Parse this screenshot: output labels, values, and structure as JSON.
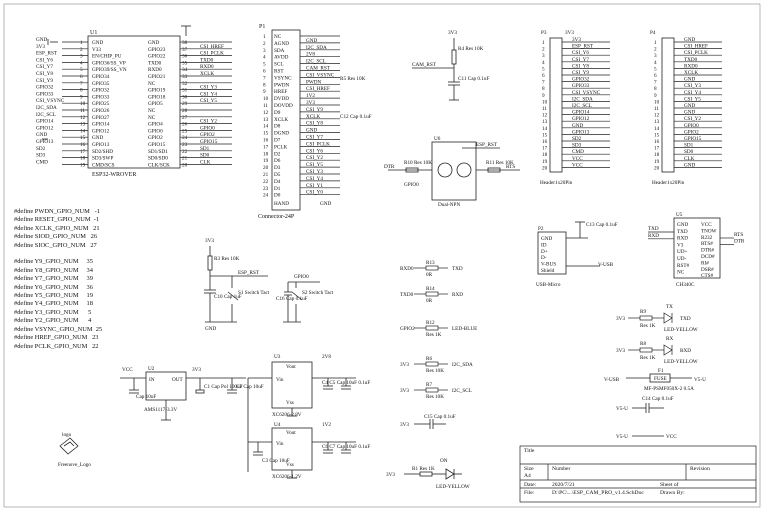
{
  "u1": {
    "ref": "U1",
    "part": "ESP32-WROVER",
    "left_pins": [
      {
        "num": "1",
        "name": "GND"
      },
      {
        "num": "2",
        "name": "V33"
      },
      {
        "num": "3",
        "name": "EN/CHIP_PU"
      },
      {
        "num": "4",
        "name": "GPIO36/SS_VP"
      },
      {
        "num": "5",
        "name": "GPIO39/SS_VN"
      },
      {
        "num": "6",
        "name": "GPIO34"
      },
      {
        "num": "7",
        "name": "GPIO35"
      },
      {
        "num": "8",
        "name": "GPIO32"
      },
      {
        "num": "9",
        "name": "GPIO33"
      },
      {
        "num": "10",
        "name": "GPIO25"
      },
      {
        "num": "11",
        "name": "GPIO26"
      },
      {
        "num": "12",
        "name": "GPIO27"
      },
      {
        "num": "13",
        "name": "GPIO14"
      },
      {
        "num": "14",
        "name": "GPIO12"
      },
      {
        "num": "15",
        "name": "GND"
      },
      {
        "num": "16",
        "name": "GPIO13"
      },
      {
        "num": "17",
        "name": "SD2/SHD"
      },
      {
        "num": "18",
        "name": "SD3/SWP"
      },
      {
        "num": "19",
        "name": "CMD/SCS"
      }
    ],
    "left_nets": [
      "GND",
      "3V3",
      "ESP_RST",
      "CSI_Y6",
      "CSI_Y7",
      "CSI_Y8",
      "CSI_Y9",
      "GPIO32",
      "GPIO33",
      "CSI_VSYNC",
      "I2C_SDA",
      "I2C_SCL",
      "GPIO14",
      "GPIO12",
      "GND",
      "GPIO13",
      "SD2",
      "SD3",
      "CMD"
    ],
    "right_pins": [
      {
        "num": "38",
        "name": "GND"
      },
      {
        "num": "37",
        "name": "GPIO23"
      },
      {
        "num": "36",
        "name": "GPIO22"
      },
      {
        "num": "35",
        "name": "TXD0"
      },
      {
        "num": "34",
        "name": "RXD0"
      },
      {
        "num": "33",
        "name": "GPIO21"
      },
      {
        "num": "32",
        "name": "NC"
      },
      {
        "num": "31",
        "name": "GPIO19"
      },
      {
        "num": "30",
        "name": "GPIO18"
      },
      {
        "num": "29",
        "name": "GPIO5"
      },
      {
        "num": "28",
        "name": "NC"
      },
      {
        "num": "27",
        "name": "NC"
      },
      {
        "num": "26",
        "name": "GPIO4"
      },
      {
        "num": "25",
        "name": "GPIO0"
      },
      {
        "num": "24",
        "name": "GPIO2"
      },
      {
        "num": "23",
        "name": "GPIO15"
      },
      {
        "num": "22",
        "name": "SD1/SD1"
      },
      {
        "num": "21",
        "name": "SD0/SD0"
      },
      {
        "num": "20",
        "name": "CLK/SCK"
      }
    ],
    "right_nets": [
      "",
      "CSI_HREF",
      "CSI_PCLK",
      "TXD0",
      "RXD0",
      "XCLK",
      "",
      "CSI_Y3",
      "CSI_Y4",
      "CSI_Y5",
      "",
      "",
      "CSI_Y2",
      "GPIO0",
      "GPIO2",
      "GPIO15",
      "SD1",
      "SD0",
      "CLK"
    ]
  },
  "p1": {
    "ref": "P1",
    "part": "Connector-24P",
    "pins": [
      {
        "num": "1",
        "name": "NC"
      },
      {
        "num": "2",
        "name": "AGND",
        "net": "GND"
      },
      {
        "num": "3",
        "name": "SDA",
        "net": "I2C_SDA"
      },
      {
        "num": "4",
        "name": "AVDD",
        "net": "2V8"
      },
      {
        "num": "5",
        "name": "SCL",
        "net": "I2C_SCL"
      },
      {
        "num": "6",
        "name": "RST",
        "net": "CAM_RST"
      },
      {
        "num": "7",
        "name": "VSYNC",
        "net": "CSI_VSYNC"
      },
      {
        "num": "8",
        "name": "PWDN",
        "net": "PWDN"
      },
      {
        "num": "9",
        "name": "HREF",
        "net": "CSI_HREF"
      },
      {
        "num": "10",
        "name": "DVDD",
        "net": "1V2"
      },
      {
        "num": "11",
        "name": "DOVDD",
        "net": "3V3"
      },
      {
        "num": "12",
        "name": "D9",
        "net": "CSI_Y9"
      },
      {
        "num": "13",
        "name": "XCLK",
        "net": "XCLK"
      },
      {
        "num": "14",
        "name": "D8",
        "net": "CSI_Y8"
      },
      {
        "num": "15",
        "name": "DGND",
        "net": "GND"
      },
      {
        "num": "16",
        "name": "D7",
        "net": "CSI_Y7"
      },
      {
        "num": "17",
        "name": "PCLK",
        "net": "CSI_PCLK"
      },
      {
        "num": "18",
        "name": "D2",
        "net": "CSI_Y6"
      },
      {
        "num": "19",
        "name": "D6",
        "net": "CSI_Y2"
      },
      {
        "num": "20",
        "name": "D3",
        "net": "CSI_Y5"
      },
      {
        "num": "21",
        "name": "D5",
        "net": "CSI_Y3"
      },
      {
        "num": "22",
        "name": "D4",
        "net": "CSI_Y4"
      },
      {
        "num": "23",
        "name": "D1",
        "net": "CSI_Y1"
      },
      {
        "num": "24",
        "name": "D0",
        "net": "CSI_Y0"
      }
    ],
    "hand": "HAND",
    "hand_net": "GND",
    "r5": "R5 Res 10K",
    "c12": "C12 Cap 0.1uF"
  },
  "cam_reset": {
    "vcc": "3V3",
    "r4": "R4 Res 10K",
    "net": "CAM_RST",
    "c11": "C11 Cap 0.1uF"
  },
  "npn": {
    "ref": "U6",
    "part": "Dual-NPN",
    "dtr": "DTR",
    "rts": "RTS",
    "esp_rst": "ESP_RST",
    "r10": "R10 Res 10K",
    "r11": "R11 Res 10K",
    "gpio0": "GPIO0"
  },
  "p3": {
    "ref": "P3",
    "vcc": "3V3",
    "part": "Header1x20Pin",
    "pins": [
      {
        "num": "1",
        "net": "3V3"
      },
      {
        "num": "2",
        "net": "ESP_RST"
      },
      {
        "num": "3",
        "net": "CSI_Y6"
      },
      {
        "num": "4",
        "net": "CSI_Y7"
      },
      {
        "num": "5",
        "net": "CSI_Y8"
      },
      {
        "num": "6",
        "net": "CSI_Y9"
      },
      {
        "num": "7",
        "net": "GPIO32"
      },
      {
        "num": "8",
        "net": "GPIO33"
      },
      {
        "num": "9",
        "net": "CSI_VSYNC"
      },
      {
        "num": "10",
        "net": "I2C_SDA"
      },
      {
        "num": "11",
        "net": "I2C_SCL"
      },
      {
        "num": "12",
        "net": "GPIO14"
      },
      {
        "num": "13",
        "net": "GPIO12"
      },
      {
        "num": "14",
        "net": "GND"
      },
      {
        "num": "15",
        "net": "GPIO13"
      },
      {
        "num": "16",
        "net": "SD2"
      },
      {
        "num": "17",
        "net": "SD3"
      },
      {
        "num": "18",
        "net": "CMD"
      },
      {
        "num": "19",
        "net": "VCC"
      },
      {
        "num": "20",
        "net": "VCC"
      }
    ]
  },
  "p4": {
    "ref": "P4",
    "part": "Header1x20Pin",
    "pins": [
      {
        "num": "1",
        "net": "GND"
      },
      {
        "num": "2",
        "net": "CSI_HREF"
      },
      {
        "num": "3",
        "net": "CSI_PCLK"
      },
      {
        "num": "4",
        "net": "TXD0"
      },
      {
        "num": "5",
        "net": "RXD0"
      },
      {
        "num": "6",
        "net": "XCLK"
      },
      {
        "num": "7",
        "net": "GND"
      },
      {
        "num": "8",
        "net": "CSI_Y3"
      },
      {
        "num": "9",
        "net": "CSI_Y4"
      },
      {
        "num": "10",
        "net": "CSI_Y5"
      },
      {
        "num": "11",
        "net": "GND"
      },
      {
        "num": "12",
        "net": "GND"
      },
      {
        "num": "13",
        "net": "CSI_Y2"
      },
      {
        "num": "14",
        "net": "GPIO0"
      },
      {
        "num": "15",
        "net": "GPIO2"
      },
      {
        "num": "16",
        "net": "GPIO15"
      },
      {
        "num": "17",
        "net": "SD1"
      },
      {
        "num": "18",
        "net": "SD0"
      },
      {
        "num": "19",
        "net": "CLK"
      },
      {
        "num": "20",
        "net": "GND"
      }
    ]
  },
  "defines": [
    "#define PWDN_GPIO_NUM   -1",
    "#define RESET_GPIO_NUM  -1",
    "#define XCLK_GPIO_NUM   21",
    "#define SIOD_GPIO_NUM   26",
    "#define SIOC_GPIO_NUM   27",
    "",
    "#define Y9_GPIO_NUM     35",
    "#define Y8_GPIO_NUM     34",
    "#define Y7_GPIO_NUM     39",
    "#define Y6_GPIO_NUM     36",
    "#define Y5_GPIO_NUM     19",
    "#define Y4_GPIO_NUM     18",
    "#define Y3_GPIO_NUM      5",
    "#define Y2_GPIO_NUM      4",
    "#define VSYNC_GPIO_NUM  25",
    "#define HREF_GPIO_NUM   23",
    "#define PCLK_GPIO_NUM   22"
  ],
  "switches": {
    "vcc": "3V3",
    "r3": "R3 Res 10K",
    "esp_rst": "ESP_RST",
    "c10": "C10 Cap 1uF",
    "s1": "S1 Switch Tact",
    "gnd": "GND",
    "gpio0": "GPIO0",
    "c16": "C16 Cap 0.1uF",
    "s2": "S2 Switch Tact"
  },
  "logo": {
    "label": "logo",
    "part": "Freenove_Logo"
  },
  "power": {
    "u2_ref": "U2",
    "u2_in": "IN",
    "u2_out": "OUT",
    "u2_part": "AMS1117-3.3V",
    "vcc": "VCC",
    "v3v3": "3V3",
    "cap_in": "Cap 10uF",
    "c1": "C1 Cap Pol 100uF",
    "c2": "C2 Cap 10uF",
    "u3_ref": "U3",
    "u3_vout": "Vout",
    "u3_vin": "Vin",
    "u3_vss": "Vss",
    "u3_part": "XC6206-2.8V",
    "v2v8": "2V8",
    "c4c5": "C4 C5 Cap 10uF 0.1uF",
    "u4_ref": "U4",
    "u4_vout": "Vout",
    "u4_vin": "Vin",
    "u4_vss": "Vss",
    "u4_part": "XC6206-1.2V",
    "v1v2": "1V2",
    "c6c7": "C6 C7 Cap 10uF 0.1uF",
    "c3": "C3 Cap 10uF"
  },
  "resistors": [
    {
      "left": "RXD0",
      "ref": "R13",
      "val": "0R",
      "right": "TXD"
    },
    {
      "left": "TXD0",
      "ref": "R14",
      "val": "0R",
      "right": "RXD"
    },
    {
      "left": "GPIO2",
      "ref": "R12",
      "val": "Res 1K",
      "right": "LED-BLUE"
    },
    {
      "left": "3V3",
      "ref": "R6",
      "val": "Res 10K",
      "right": "I2C_SDA"
    },
    {
      "left": "3V3",
      "ref": "R7",
      "val": "Res 10K",
      "right": "I2C_SCL"
    }
  ],
  "c15": {
    "label": "C15 Cap 0.1uF",
    "vcc": "3V3"
  },
  "d1": {
    "on": "ON",
    "led": "LED-YELLOW",
    "r1": "R1 Res 1K",
    "vcc": "3V3"
  },
  "p2": {
    "ref": "P2",
    "part": "USB-Micro",
    "pins": [
      "GND",
      "ID",
      "D+",
      "D-",
      "V-BUS",
      "Shield"
    ],
    "vusb": "V-USB",
    "c13": "C13 Cap 0.1uF"
  },
  "u5": {
    "ref": "U5",
    "part": "CH340C",
    "left": [
      "GND",
      "TXD",
      "RXD",
      "V3",
      "UD+",
      "UD-",
      "RST#",
      "NC"
    ],
    "right": [
      "VCC",
      "TNOW",
      "R232",
      "RTS#",
      "DTR#",
      "DCD#",
      "RI#",
      "DSR#",
      "CTS#"
    ],
    "nets_left": [
      "TXD",
      "RXD"
    ],
    "nets_right": [
      "RTS",
      "DTR"
    ]
  },
  "leds": [
    {
      "vcc": "3V3",
      "ref": "R9",
      "val": "Res 1K",
      "name": "TX",
      "net": "TXD",
      "led": "LED-YELLOW"
    },
    {
      "vcc": "3V3",
      "ref": "R8",
      "val": "Res 1K",
      "name": "RX",
      "net": "RXD",
      "led": "LED-YELLOW"
    }
  ],
  "fuse": {
    "ref": "F1",
    "label": "FUSE",
    "part": "MF-PSMF050X-2 0.5A",
    "vusb": "V-USB",
    "v5u": "V5-U"
  },
  "c14": {
    "label": "C14 Cap 0.1uF",
    "v5u": "V5-U",
    "v5u2": "V5-U",
    "vcc": "VCC"
  },
  "titleblock": {
    "title": "Title",
    "size_label": "Size",
    "size_value": "A4",
    "number_label": "Number",
    "revision_label": "Revision",
    "date_label": "Date:",
    "date_value": "2020/7/21",
    "sheet": "Sheet  of",
    "file_label": "File:",
    "file_value": "D:\\PC\\...\\ESP_CAM_PRO_v1.4.SchDoc",
    "drawn_by": "Drawn By:"
  }
}
